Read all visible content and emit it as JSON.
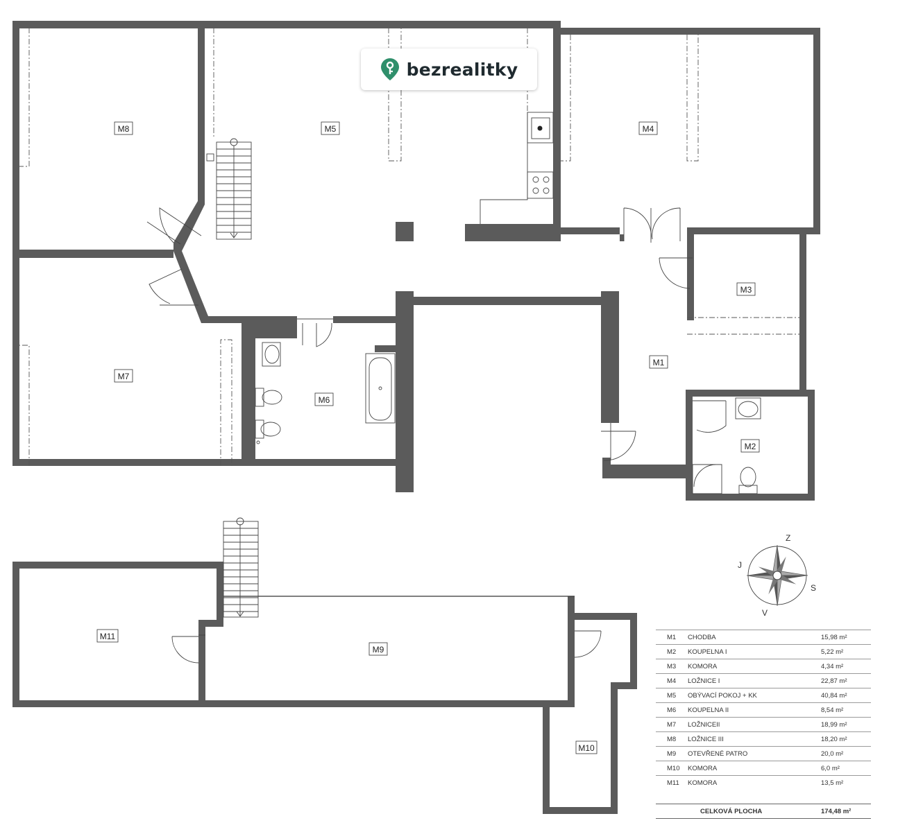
{
  "brand": {
    "name": "bezrealitky",
    "color": "#2f8f6b"
  },
  "rooms": [
    {
      "code": "M1"
    },
    {
      "code": "M2"
    },
    {
      "code": "M3"
    },
    {
      "code": "M4"
    },
    {
      "code": "M5"
    },
    {
      "code": "M6"
    },
    {
      "code": "M7"
    },
    {
      "code": "M8"
    },
    {
      "code": "M9"
    },
    {
      "code": "M10"
    },
    {
      "code": "M11"
    }
  ],
  "compass": {
    "north": "Z",
    "east": "S",
    "south": "V",
    "west": "J"
  },
  "legend": {
    "rows": [
      {
        "code": "M1",
        "name": "CHODBA",
        "area": "15,98 m²"
      },
      {
        "code": "M2",
        "name": "KOUPELNA I",
        "area": "5,22 m²"
      },
      {
        "code": "M3",
        "name": "KOMORA",
        "area": "4,34 m²"
      },
      {
        "code": "M4",
        "name": "LOŽNICE I",
        "area": "22,87 m²"
      },
      {
        "code": "M5",
        "name": "OBÝVACÍ POKOJ + KK",
        "area": "40,84 m²"
      },
      {
        "code": "M6",
        "name": "KOUPELNA II",
        "area": "8,54 m²"
      },
      {
        "code": "M7",
        "name": "LOŽNICEII",
        "area": "18,99 m²"
      },
      {
        "code": "M8",
        "name": "LOŽNICE III",
        "area": "18,20 m²"
      },
      {
        "code": "M9",
        "name": "OTEVŘENÉ PATRO",
        "area": "20,0 m²"
      },
      {
        "code": "M10",
        "name": "KOMORA",
        "area": "6,0 m²"
      },
      {
        "code": "M11",
        "name": "KOMORA",
        "area": "13,5 m²"
      }
    ],
    "total": {
      "label": "CELKOVÁ PLOCHA",
      "area": "174,48 m²"
    }
  }
}
